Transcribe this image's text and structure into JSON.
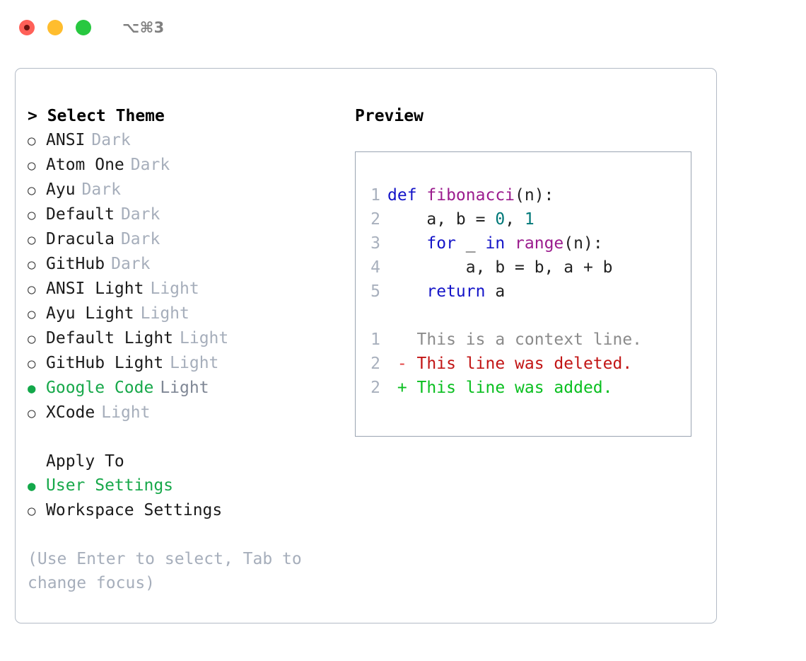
{
  "titlebar": {
    "shortcut": "⌥⌘3",
    "lights": [
      {
        "name": "close",
        "color": "#ff6058"
      },
      {
        "name": "minimize",
        "color": "#ffbd2e"
      },
      {
        "name": "maximize",
        "color": "#28c840"
      }
    ]
  },
  "theme_list": {
    "header": "> Select Theme",
    "items": [
      {
        "label": "ANSI",
        "suffix": "Dark",
        "selected": false,
        "marker": "○"
      },
      {
        "label": "Atom One",
        "suffix": "Dark",
        "selected": false,
        "marker": "○"
      },
      {
        "label": "Ayu",
        "suffix": "Dark",
        "selected": false,
        "marker": "○"
      },
      {
        "label": "Default",
        "suffix": "Dark",
        "selected": false,
        "marker": "○"
      },
      {
        "label": "Dracula",
        "suffix": "Dark",
        "selected": false,
        "marker": "○"
      },
      {
        "label": "GitHub",
        "suffix": "Dark",
        "selected": false,
        "marker": "○"
      },
      {
        "label": "ANSI Light",
        "suffix": "Light",
        "selected": false,
        "marker": "○"
      },
      {
        "label": "Ayu Light",
        "suffix": "Light",
        "selected": false,
        "marker": "○"
      },
      {
        "label": "Default Light",
        "suffix": "Light",
        "selected": false,
        "marker": "○"
      },
      {
        "label": "GitHub Light",
        "suffix": "Light",
        "selected": false,
        "marker": "○"
      },
      {
        "label": "Google Code",
        "suffix": "Light",
        "selected": true,
        "marker": "●"
      },
      {
        "label": "XCode",
        "suffix": "Light",
        "selected": false,
        "marker": "○"
      }
    ]
  },
  "apply_to": {
    "title": "Apply To",
    "items": [
      {
        "label": "User Settings",
        "selected": true,
        "marker": "●"
      },
      {
        "label": "Workspace Settings",
        "selected": false,
        "marker": "○"
      }
    ]
  },
  "hint": "(Use Enter to select, Tab to change focus)",
  "preview": {
    "header": "Preview",
    "code_lines": [
      {
        "num": "1",
        "tokens": [
          {
            "t": "def ",
            "c": "kw"
          },
          {
            "t": "fibonacci",
            "c": "fn"
          },
          {
            "t": "(n):",
            "c": "txt"
          }
        ]
      },
      {
        "num": "2",
        "tokens": [
          {
            "t": "    a, b = ",
            "c": "txt"
          },
          {
            "t": "0",
            "c": "num"
          },
          {
            "t": ", ",
            "c": "txt"
          },
          {
            "t": "1",
            "c": "num"
          }
        ]
      },
      {
        "num": "3",
        "tokens": [
          {
            "t": "    for ",
            "c": "kw"
          },
          {
            "t": "_ ",
            "c": "txt"
          },
          {
            "t": "in ",
            "c": "kw"
          },
          {
            "t": "range",
            "c": "fn"
          },
          {
            "t": "(n):",
            "c": "txt"
          }
        ]
      },
      {
        "num": "4",
        "tokens": [
          {
            "t": "        a, b = b, a + b",
            "c": "txt"
          }
        ]
      },
      {
        "num": "5",
        "tokens": [
          {
            "t": "    return ",
            "c": "kw"
          },
          {
            "t": "a",
            "c": "txt"
          }
        ]
      }
    ],
    "diff_lines": [
      {
        "num": "1",
        "tokens": [
          {
            "t": "   This is a context line.",
            "c": "ctx"
          }
        ]
      },
      {
        "num": "2",
        "tokens": [
          {
            "t": " - ",
            "c": "del-sign"
          },
          {
            "t": "This line was deleted.",
            "c": "del"
          }
        ]
      },
      {
        "num": "2",
        "tokens": [
          {
            "t": " + ",
            "c": "add-sign"
          },
          {
            "t": "This line was added.",
            "c": "add"
          }
        ]
      }
    ]
  },
  "colors": {
    "accent_green": "#17a84a",
    "panel_border": "#b3bbc6",
    "codebox_border": "#9aa4b2",
    "muted": "#a6aebb",
    "keyword": "#1414c8",
    "function": "#9b1c8e",
    "number": "#007878",
    "diff_delete": "#c21515",
    "diff_add": "#0abf20"
  }
}
